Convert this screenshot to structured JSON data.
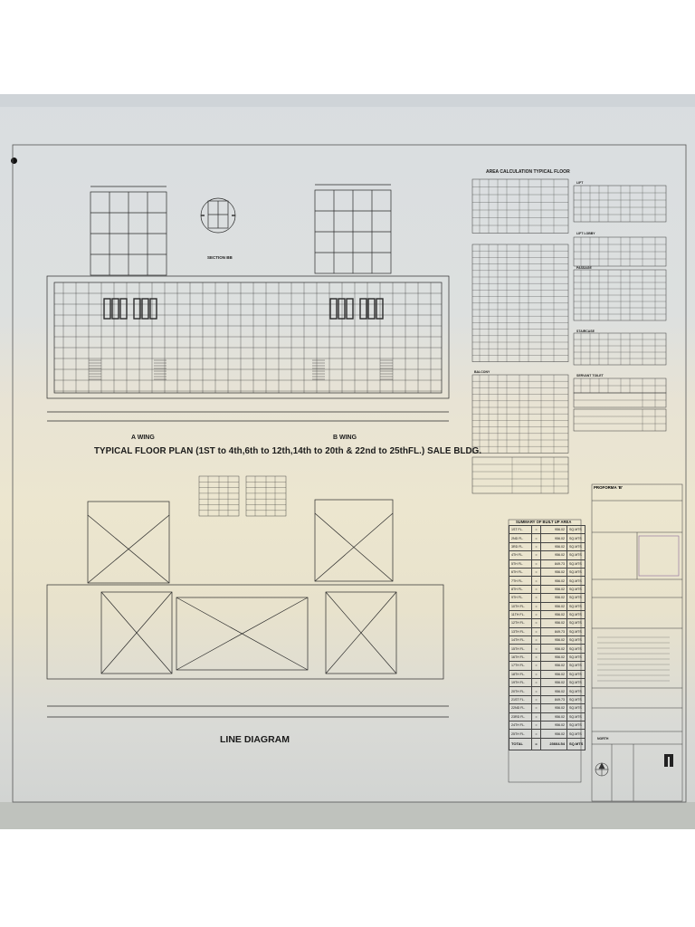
{
  "labels": {
    "wing_a": "A WING",
    "wing_b": "B WING",
    "plan_title": "TYPICAL FLOOR PLAN (1ST to 4th,6th to 12th,14th to 20th & 22nd to 25thFL.) SALE BLDG.",
    "line_diagram": "LINE DIAGRAM",
    "section": "SECTION BB",
    "area_calc": "AREA CALCULATION TYPICAL FLOOR",
    "summary": "SUMMARY OF BUILT UP AREA",
    "proforma": "PROFORMA 'B'",
    "balcony": "BALCONY",
    "lift": "LIFT",
    "lift_lobby": "LIFT LOBBY",
    "passage": "PASSAGE",
    "staircase": "STAIRCASE",
    "servant_toilet": "SERVANT TOILET",
    "north": "NORTH"
  },
  "summary_rows": [
    {
      "floor": "1ST FL.",
      "eq": "=",
      "area": "956.02",
      "unit": "SQ.MTS"
    },
    {
      "floor": "2ND FL.",
      "eq": "=",
      "area": "956.02",
      "unit": "SQ.MTS"
    },
    {
      "floor": "3RD FL.",
      "eq": "=",
      "area": "956.02",
      "unit": "SQ.MTS"
    },
    {
      "floor": "4TH FL.",
      "eq": "=",
      "area": "956.02",
      "unit": "SQ.MTS"
    },
    {
      "floor": "5TH FL.",
      "eq": "=",
      "area": "849.73",
      "unit": "SQ.MTS"
    },
    {
      "floor": "6TH FL.",
      "eq": "=",
      "area": "956.02",
      "unit": "SQ.MTS"
    },
    {
      "floor": "7TH FL.",
      "eq": "=",
      "area": "956.02",
      "unit": "SQ.MTS"
    },
    {
      "floor": "8TH FL.",
      "eq": "=",
      "area": "956.02",
      "unit": "SQ.MTS"
    },
    {
      "floor": "9TH FL.",
      "eq": "=",
      "area": "956.02",
      "unit": "SQ.MTS"
    },
    {
      "floor": "10TH FL.",
      "eq": "=",
      "area": "956.02",
      "unit": "SQ.MTS"
    },
    {
      "floor": "11TH FL.",
      "eq": "=",
      "area": "956.02",
      "unit": "SQ.MTS"
    },
    {
      "floor": "12TH FL.",
      "eq": "=",
      "area": "956.02",
      "unit": "SQ.MTS"
    },
    {
      "floor": "13TH FL.",
      "eq": "=",
      "area": "849.73",
      "unit": "SQ.MTS"
    },
    {
      "floor": "14TH FL.",
      "eq": "=",
      "area": "956.02",
      "unit": "SQ.MTS"
    },
    {
      "floor": "15TH FL.",
      "eq": "=",
      "area": "956.02",
      "unit": "SQ.MTS"
    },
    {
      "floor": "16TH FL.",
      "eq": "=",
      "area": "956.02",
      "unit": "SQ.MTS"
    },
    {
      "floor": "17TH FL.",
      "eq": "=",
      "area": "956.02",
      "unit": "SQ.MTS"
    },
    {
      "floor": "18TH FL.",
      "eq": "=",
      "area": "956.02",
      "unit": "SQ.MTS"
    },
    {
      "floor": "19TH FL.",
      "eq": "=",
      "area": "956.02",
      "unit": "SQ.MTS"
    },
    {
      "floor": "20TH FL.",
      "eq": "=",
      "area": "956.02",
      "unit": "SQ.MTS"
    },
    {
      "floor": "21ST FL.",
      "eq": "=",
      "area": "849.73",
      "unit": "SQ.MTS"
    },
    {
      "floor": "22ND FL.",
      "eq": "=",
      "area": "956.02",
      "unit": "SQ.MTS"
    },
    {
      "floor": "23RD FL.",
      "eq": "=",
      "area": "956.02",
      "unit": "SQ.MTS"
    },
    {
      "floor": "24TH FL.",
      "eq": "=",
      "area": "956.02",
      "unit": "SQ.MTS"
    },
    {
      "floor": "25TH FL.",
      "eq": "=",
      "area": "956.02",
      "unit": "SQ.MTS"
    }
  ],
  "summary_total": {
    "label": "TOTAL",
    "eq": "=",
    "area": "23664.54",
    "unit": "SQ.MTS"
  }
}
